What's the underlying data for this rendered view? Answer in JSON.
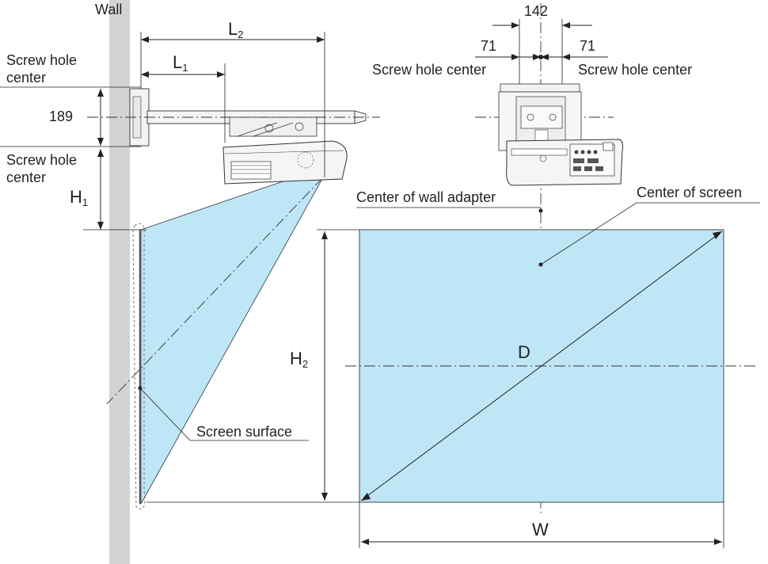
{
  "labels": {
    "wall": "Wall",
    "screw_hole_center_top_1": "Screw hole",
    "screw_hole_center_top_2": "center",
    "screw_hole_center_bottom_1": "Screw hole",
    "screw_hole_center_bottom_2": "center",
    "dim_189": "189",
    "h1_main": "H",
    "h1_sub": "1",
    "l1_main": "L",
    "l1_sub": "1",
    "l2_main": "L",
    "l2_sub": "2",
    "h2_main": "H",
    "h2_sub": "2",
    "dim_142": "142",
    "dim_71_left": "71",
    "dim_71_right": "71",
    "screw_hole_center_left": "Screw hole center",
    "screw_hole_center_right": "Screw hole center",
    "center_of_wall_adapter": "Center of wall adapter",
    "center_of_screen": "Center of screen",
    "screen_surface": "Screen surface",
    "diagonal": "D",
    "width": "W"
  },
  "colors": {
    "screen_fill": "#bfe6f7",
    "wall_fill": "#d3d3d3",
    "line": "#222222"
  }
}
